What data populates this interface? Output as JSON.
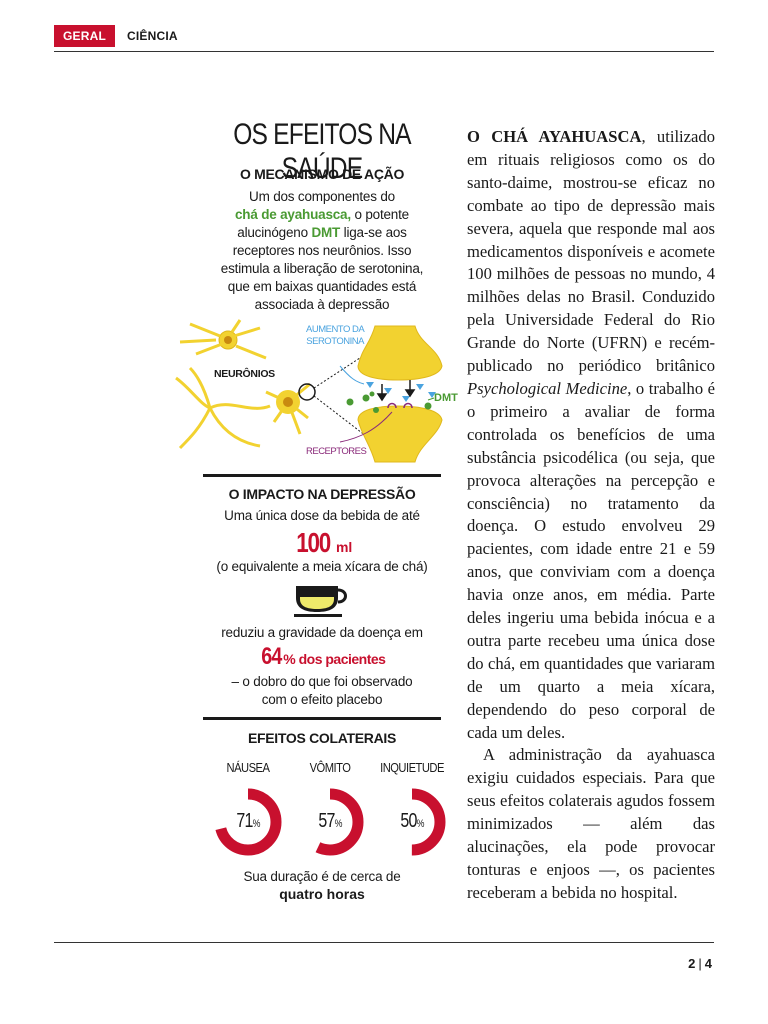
{
  "header": {
    "tag": "GERAL",
    "section": "CIÊNCIA"
  },
  "infographic": {
    "title": "OS EFEITOS NA SAÚDE",
    "mechanism": {
      "heading": "O MECANISMO DE AÇÃO",
      "line1": "Um dos componentes do",
      "tea": "chá de ayahuasca,",
      "line2_rest": " o potente",
      "line3_a": "alucinógeno ",
      "dmt": "DMT",
      "line3_b": " liga-se aos",
      "line4": "receptores nos neurônios. Isso",
      "line5": "estimula a liberação de serotonina,",
      "line6": "que em baixas quantidades está",
      "line7": "associada à depressão"
    },
    "diagram": {
      "neurons_label": "NEURÔNIOS",
      "serotonin_label_1": "AUMENTO DA",
      "serotonin_label_2": "SEROTONINA",
      "dmt_label": "DMT",
      "receptors_label": "RECEPTORES"
    },
    "impact": {
      "heading": "O IMPACTO NA DEPRESSÃO",
      "line1": "Uma única dose da bebida de até",
      "dose_value": "100",
      "dose_unit": "ml",
      "line2": "(o equivalente a meia xícara de chá)",
      "line3": "reduziu a gravidade da doença em",
      "pct_value": "64",
      "pct_rest": "% dos pacientes",
      "line4": "– o dobro do que foi observado",
      "line5": "com o efeito placebo"
    },
    "side_effects": {
      "heading": "EFEITOS COLATERAIS",
      "items": [
        {
          "label": "NÁUSEA",
          "value": 71,
          "text": "71",
          "unit": "%"
        },
        {
          "label": "VÔMITO",
          "value": 57,
          "text": "57",
          "unit": "%"
        },
        {
          "label": "INQUIETUDE",
          "value": 50,
          "text": "50",
          "unit": "%"
        }
      ],
      "duration_line": "Sua duração é de cerca de",
      "duration_value": "quatro horas"
    },
    "colors": {
      "red": "#c8102e",
      "green": "#4a9a33",
      "yellow": "#f2d230",
      "blue": "#4aa3df",
      "purple": "#8a2a7a"
    }
  },
  "article": {
    "lead": "O CHÁ AYAHUASCA",
    "p1": ", utilizado em rituais religiosos como os do santo-daime, mostrou-se eficaz no combate ao tipo de depressão mais severa, aquela que responde mal aos medicamentos disponíveis e acomete 100 milhões de pessoas no mundo, 4 milhões delas no Brasil. Conduzido pela Universidade Federal do Rio Grande do Norte (UFRN) e recém-publicado no periódico britânico ",
    "journal": "Psychological Medicine",
    "p1_end": ", o trabalho é o primeiro a avaliar de forma controlada os benefícios de uma substância psicodélica (ou seja, que provoca alterações na percepção e consciência) no tratamento da doença. O estudo envolveu 29 pacientes, com idade entre 21 e 59 anos, que conviviam com a doença havia onze anos, em média. Parte deles ingeriu uma bebida inócua e a outra parte recebeu uma única dose do chá, em quantidades que variaram de um quarto a meia xícara, dependendo do peso corporal de cada um deles.",
    "p2": "A administração da ayahuasca exigiu cuidados especiais. Para que seus efeitos colaterais agudos fossem minimizados — além das alucinações, ela pode provocar tonturas e enjoos —, os pacientes receberam a bebida no hospital."
  },
  "footer": {
    "page": "2",
    "total": "4"
  }
}
